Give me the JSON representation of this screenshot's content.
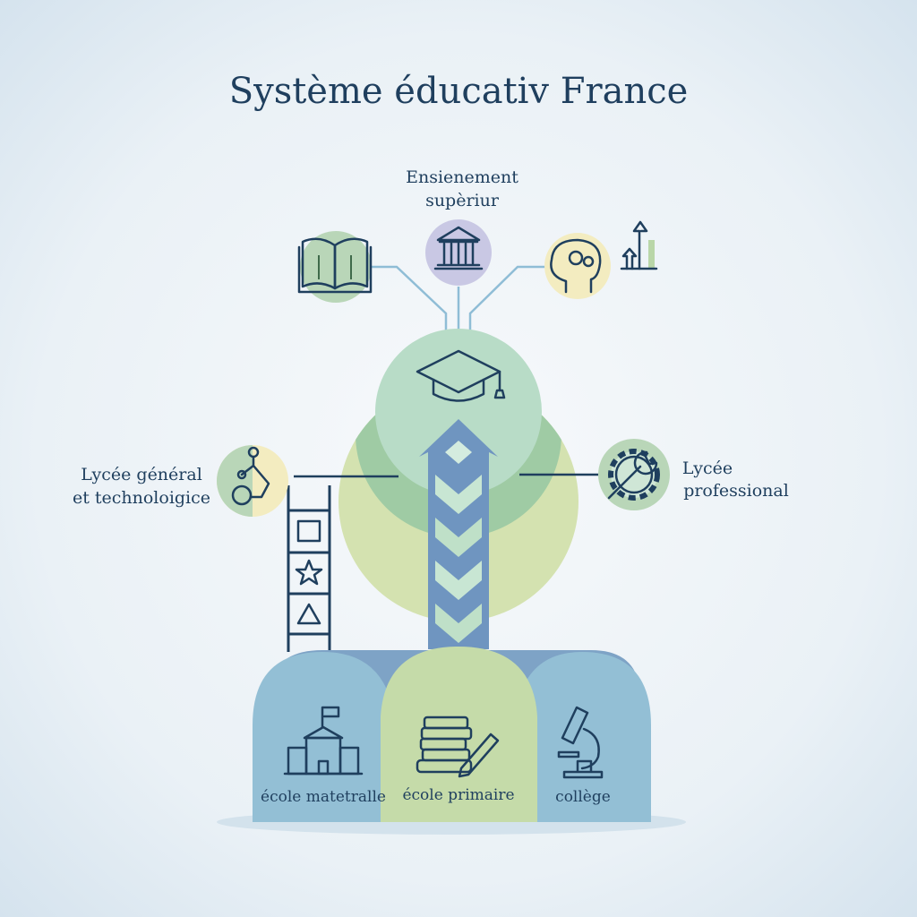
{
  "title": "Système éducativ France",
  "top": {
    "label_line1": "Ensienement",
    "label_line2": "supèriur"
  },
  "left": {
    "label_line1": "Lycée général",
    "label_line2": "et technoloigice"
  },
  "right": {
    "label_line1": "Lycée",
    "label_line2": "professional"
  },
  "bottom": {
    "left_label": "école matetralle",
    "middle_label": "école primaire",
    "right_label": "collège"
  },
  "colors": {
    "text": "#1f3f5e",
    "blue": "#8fbdd6",
    "green": "#b8dcc7",
    "yellow_green": "#d4e2b0",
    "arrow": "#6f95c0"
  }
}
